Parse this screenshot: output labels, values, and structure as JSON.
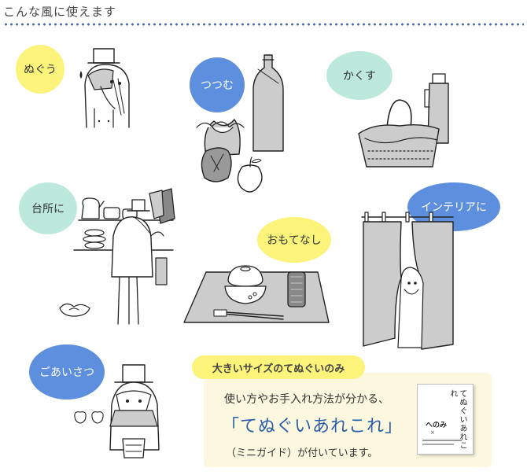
{
  "header": {
    "title": "こんな風に使えます"
  },
  "uses": [
    {
      "label": "ぬぐう"
    },
    {
      "label": "つつむ"
    },
    {
      "label": "かくす"
    },
    {
      "label": "台所に"
    },
    {
      "label": "おもてなし"
    },
    {
      "label": "インテリアに"
    },
    {
      "label": "ごあいさつ"
    }
  ],
  "promo": {
    "tab": "大きいサイズのてぬぐいのみ",
    "line1": "使い方やお手入れ方法が分かる、",
    "line2": "「てぬぐいあれこれ」",
    "line3": "（ミニガイド）が付いています。",
    "book_title": "てぬぐいあれこれ",
    "book_logo": "へのみ",
    "book_mark": "×"
  },
  "colors": {
    "yellow": "#fcf37a",
    "blue": "#5d8fde",
    "mint": "#bde9dc",
    "dots": "#3f68a8",
    "accent_text": "#2b5ea8",
    "promo_bg": "#fcf7df"
  }
}
